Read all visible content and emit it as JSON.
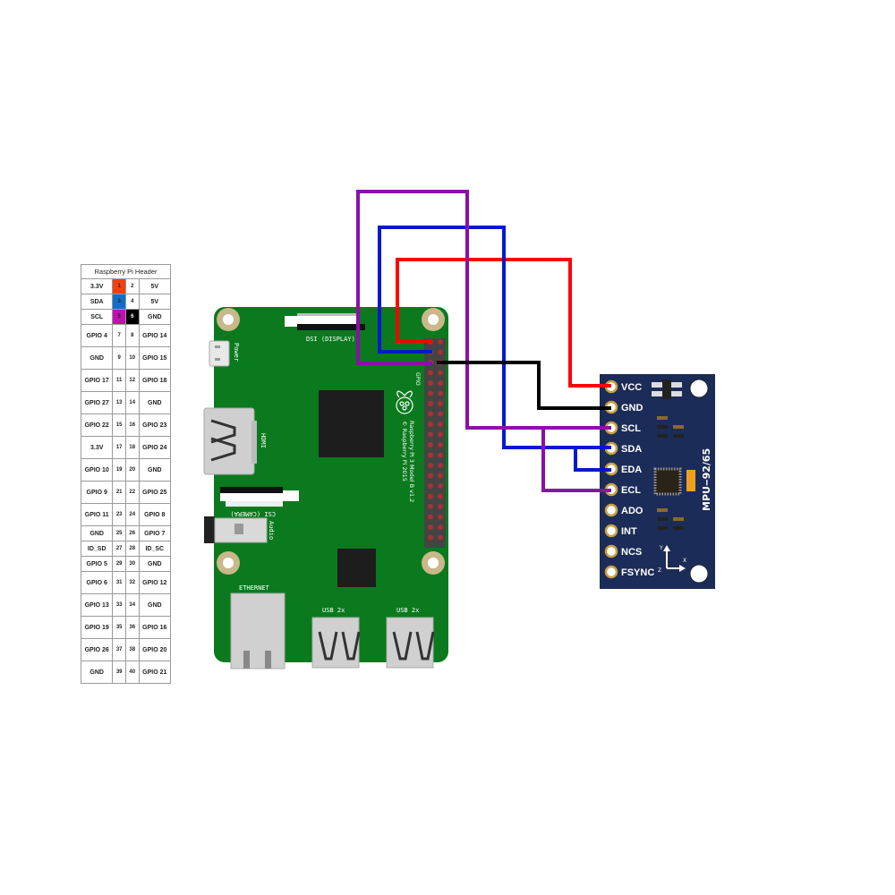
{
  "header_table": {
    "title": "Raspberry Pi Header",
    "rows": [
      {
        "left": "3.3V",
        "pin_a": "1",
        "pin_b": "2",
        "right": "5V",
        "color_a": "#f04010",
        "color_b": ""
      },
      {
        "left": "SDA",
        "pin_a": "3",
        "pin_b": "4",
        "right": "5V",
        "color_a": "#1070c8",
        "color_b": ""
      },
      {
        "left": "SCL",
        "pin_a": "5",
        "pin_b": "6",
        "right": "GND",
        "color_a": "#c010b0",
        "color_b": "#000000"
      },
      {
        "left": "GPIO 4",
        "pin_a": "7",
        "pin_b": "8",
        "right": "GPIO 14"
      },
      {
        "left": "GND",
        "pin_a": "9",
        "pin_b": "10",
        "right": "GPIO 15"
      },
      {
        "left": "GPIO 17",
        "pin_a": "11",
        "pin_b": "12",
        "right": "GPIO 18"
      },
      {
        "left": "GPIO 27",
        "pin_a": "13",
        "pin_b": "14",
        "right": "GND"
      },
      {
        "left": "GPIO 22",
        "pin_a": "15",
        "pin_b": "16",
        "right": "GPIO 23"
      },
      {
        "left": "3.3V",
        "pin_a": "17",
        "pin_b": "18",
        "right": "GPIO 24"
      },
      {
        "left": "GPIO 10",
        "pin_a": "19",
        "pin_b": "20",
        "right": "GND"
      },
      {
        "left": "GPIO 9",
        "pin_a": "21",
        "pin_b": "22",
        "right": "GPIO 25"
      },
      {
        "left": "GPIO 11",
        "pin_a": "23",
        "pin_b": "24",
        "right": "GPIO 8"
      },
      {
        "left": "GND",
        "pin_a": "25",
        "pin_b": "26",
        "right": "GPIO 7"
      },
      {
        "left": "ID_SD",
        "pin_a": "27",
        "pin_b": "28",
        "right": "ID_SC"
      },
      {
        "left": "GPIO 5",
        "pin_a": "29",
        "pin_b": "30",
        "right": "GND"
      },
      {
        "left": "GPIO 6",
        "pin_a": "31",
        "pin_b": "32",
        "right": "GPIO 12"
      },
      {
        "left": "GPIO 13",
        "pin_a": "33",
        "pin_b": "34",
        "right": "GND"
      },
      {
        "left": "GPIO 19",
        "pin_a": "35",
        "pin_b": "36",
        "right": "GPIO 16"
      },
      {
        "left": "GPIO 26",
        "pin_a": "37",
        "pin_b": "38",
        "right": "GPIO 20"
      },
      {
        "left": "GND",
        "pin_a": "39",
        "pin_b": "40",
        "right": "GPIO 21"
      }
    ]
  },
  "raspberry_pi": {
    "labels": {
      "dsi": "DSI (DISPLAY)",
      "power": "Power",
      "hdmi": "HDMI",
      "csi": "CSI (CAMERA)",
      "audio": "Audio",
      "gpio": "GPIO",
      "ethernet": "ETHERNET",
      "usb1": "USB 2x",
      "usb2": "USB 2x",
      "model": "Raspberry Pi 3 Model B v1.2",
      "copyright": "© Raspberry Pi 2015"
    },
    "colors": {
      "board": "#0b7a1e",
      "header": "#444444",
      "pin": "#a83232"
    }
  },
  "sensor": {
    "name": "MPU‒92/65",
    "pins": [
      "VCC",
      "GND",
      "SCL",
      "SDA",
      "EDA",
      "ECL",
      "ADO",
      "INT",
      "NCS",
      "FSYNC"
    ],
    "axis_labels": {
      "x": "X",
      "y": "Y",
      "z": "Z"
    },
    "colors": {
      "board": "#1c2c58",
      "chip_accent": "#f0a020"
    }
  },
  "wires": [
    {
      "from": "Pi pin 1 (3.3V)",
      "to": "VCC",
      "color": "#ff0000"
    },
    {
      "from": "Pi pin 6 (GND)",
      "to": "GND",
      "color": "#000000"
    },
    {
      "from": "Pi pin 5 (SCL)",
      "to": "SCL",
      "color": "#8a10a8"
    },
    {
      "from": "Pi pin 3 (SDA)",
      "to": "SDA",
      "color": "#0018d0"
    },
    {
      "from": "SDA",
      "to": "EDA",
      "color": "#0018d0"
    },
    {
      "from": "SCL",
      "to": "ECL",
      "color": "#8a10a8"
    }
  ]
}
